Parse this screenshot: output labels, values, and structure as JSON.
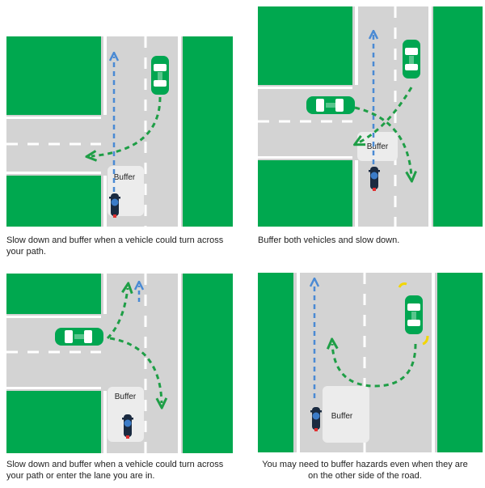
{
  "colors": {
    "grass": "#00a84f",
    "road": "#d3d3d3",
    "buffer": "#ececec",
    "car": "#00a651",
    "path_blue": "#4a8ad4",
    "path_green": "#1e9e46",
    "lane_line": "#ffffff",
    "indicator": "#f2d600"
  },
  "panels": [
    {
      "buffer_label": "Buffer",
      "caption": "Slow down and buffer when a vehicle could turn across your path."
    },
    {
      "buffer_label": "Buffer",
      "caption": "Buffer both vehicles and slow down."
    },
    {
      "buffer_label": "Buffer",
      "caption": "Slow down and buffer when a vehicle could turn across your path or enter the lane you are in."
    },
    {
      "buffer_label": "Buffer",
      "caption": "You may need to buffer hazards even when they are on the other side of the road."
    }
  ],
  "icons": [
    "car-icon",
    "motorcycle-icon",
    "arrow-icon",
    "indicator-icon"
  ]
}
